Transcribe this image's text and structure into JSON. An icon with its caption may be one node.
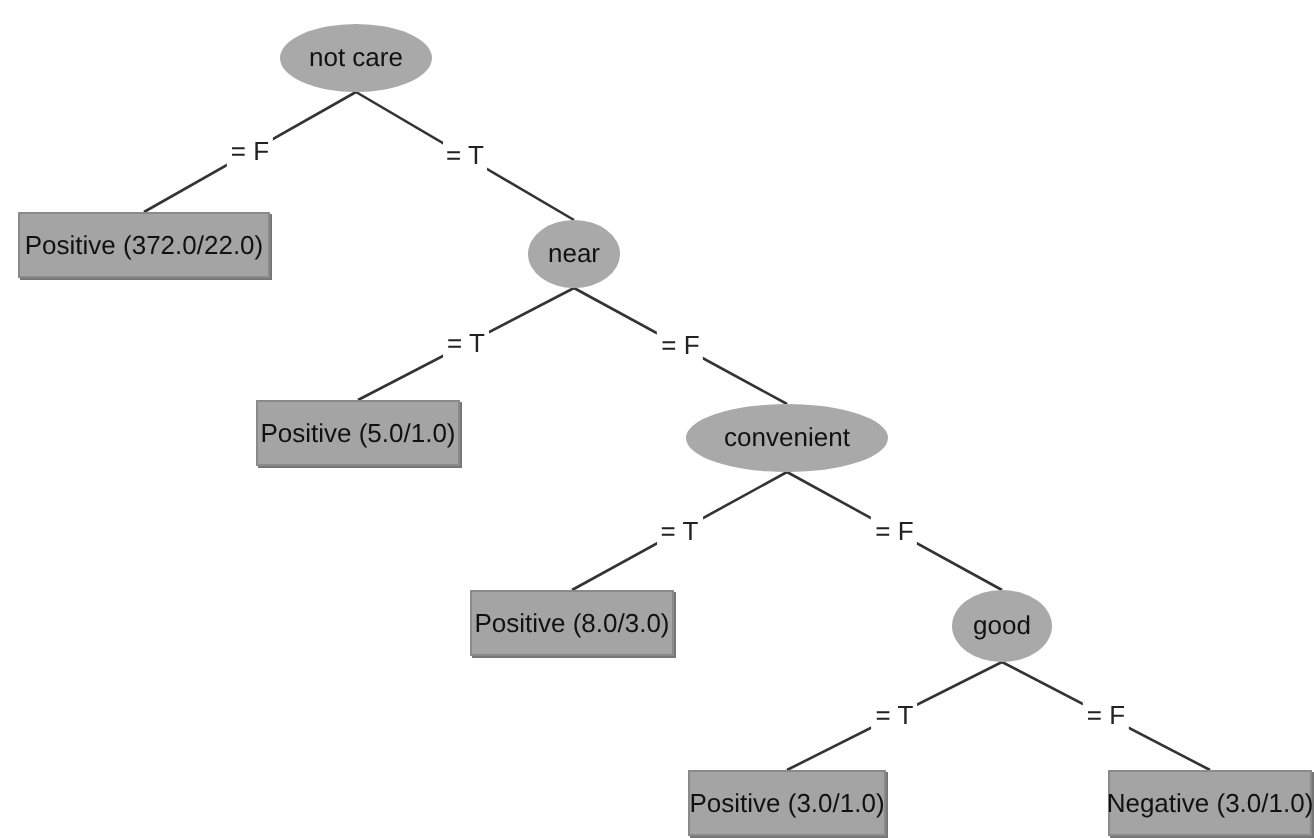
{
  "diagram": {
    "nodes": [
      {
        "text": [
          "not care"
        ]
      },
      {
        "text": [
          "Positive (372.0/22.0)"
        ]
      },
      {
        "text": [
          "near"
        ]
      },
      {
        "text": [
          "Positive (5.0/1.0)"
        ]
      },
      {
        "text": [
          "convenient"
        ]
      },
      {
        "text": [
          "Positive (8.0/3.0)"
        ]
      },
      {
        "text": [
          "good"
        ]
      },
      {
        "text": [
          "Positive (3.0/1.0)"
        ]
      },
      {
        "text": [
          "Negative (3.0/1.0)"
        ]
      }
    ],
    "edges": [
      {
        "from": 0,
        "to": 1,
        "arrow": "none",
        "label": "= F"
      },
      {
        "from": 0,
        "to": 2,
        "arrow": "none",
        "label": "= T"
      },
      {
        "from": 2,
        "to": 3,
        "arrow": "none",
        "label": "= T"
      },
      {
        "from": 2,
        "to": 4,
        "arrow": "none",
        "label": "= F"
      },
      {
        "from": 4,
        "to": 5,
        "arrow": "none",
        "label": "= T"
      },
      {
        "from": 4,
        "to": 6,
        "arrow": "none",
        "label": "= F"
      },
      {
        "from": 6,
        "to": 7,
        "arrow": "none",
        "label": "= T"
      },
      {
        "from": 6,
        "to": 8,
        "arrow": "none",
        "label": "= F"
      }
    ]
  }
}
